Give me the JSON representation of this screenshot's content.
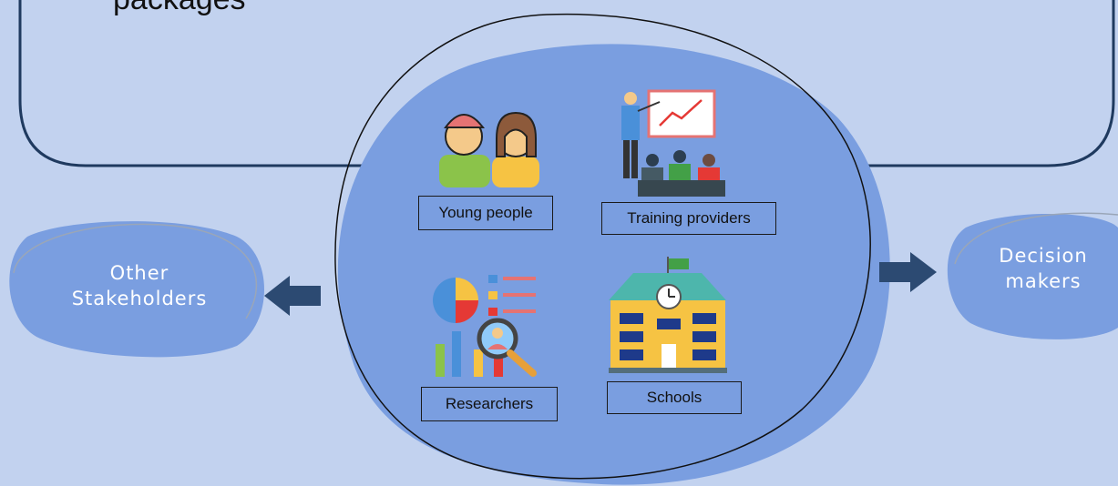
{
  "top_text": "packages",
  "center_groups": [
    {
      "label": "Young people",
      "icon": "young-people-icon"
    },
    {
      "label": "Training providers",
      "icon": "training-providers-icon"
    },
    {
      "label": "Researchers",
      "icon": "researchers-icon"
    },
    {
      "label": "Schools",
      "icon": "school-icon"
    }
  ],
  "left_node": {
    "line1": "Other",
    "line2": "Stakeholders"
  },
  "right_node": {
    "line1": "Decision",
    "line2": "makers"
  },
  "colors": {
    "background": "#c2d2ef",
    "blob": "#7a9ee0",
    "frame": "#1f3a5f",
    "arrow": "#2c4a72",
    "side_node": "#7a9ee0"
  }
}
